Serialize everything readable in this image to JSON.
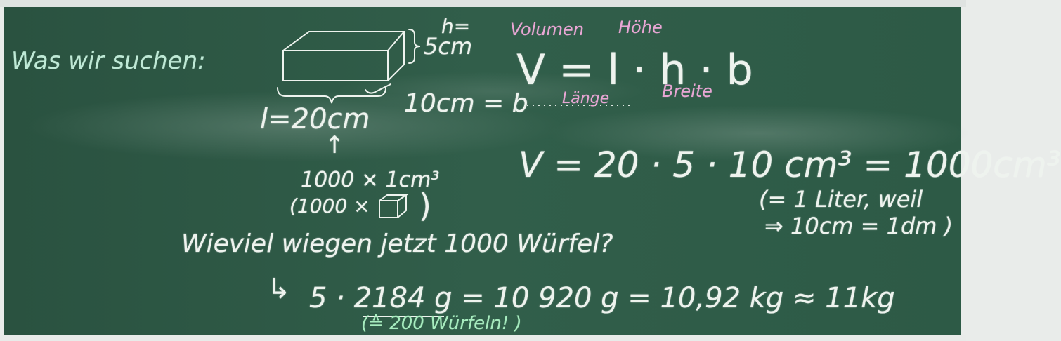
{
  "board": {
    "colors": {
      "board_green": "#2f5b47",
      "chalk_white": "#eef3ee",
      "chalk_pink": "#e8a6d4",
      "chalk_teal": "#bfe9d6",
      "chalk_green": "#a7ecbf"
    },
    "heading": "Was wir suchen:",
    "box_sketch": {
      "height_label_h": "h=",
      "height_label_value": "5cm",
      "length_label": "l=20cm",
      "width_label": "10cm = b"
    },
    "formula": {
      "volumen_label": "Volumen",
      "hoehe_label": "Höhe",
      "main": "V = l · h · b",
      "laenge_label": "Länge",
      "breite_label": "Breite"
    },
    "cubes": {
      "arrow": "↑",
      "count_line": "1000 × 1cm³",
      "count_line2": "(1000 × ",
      "count_line2_end": ")"
    },
    "calculation": {
      "volume_line": "V = 20 · 5 · 10 cm³ = 1000cm³",
      "note_line1": "(= 1 Liter, weil",
      "note_line2": "⇒ 10cm = 1dm )"
    },
    "question": "Wieviel wiegen jetzt 1000 Würfel?",
    "answer": {
      "arrow": "↳",
      "line": "5 · 2184 g = 10 920 g = 10,92 kg ≈ 11kg",
      "note": "(≙ 200 Würfeln! )"
    }
  }
}
